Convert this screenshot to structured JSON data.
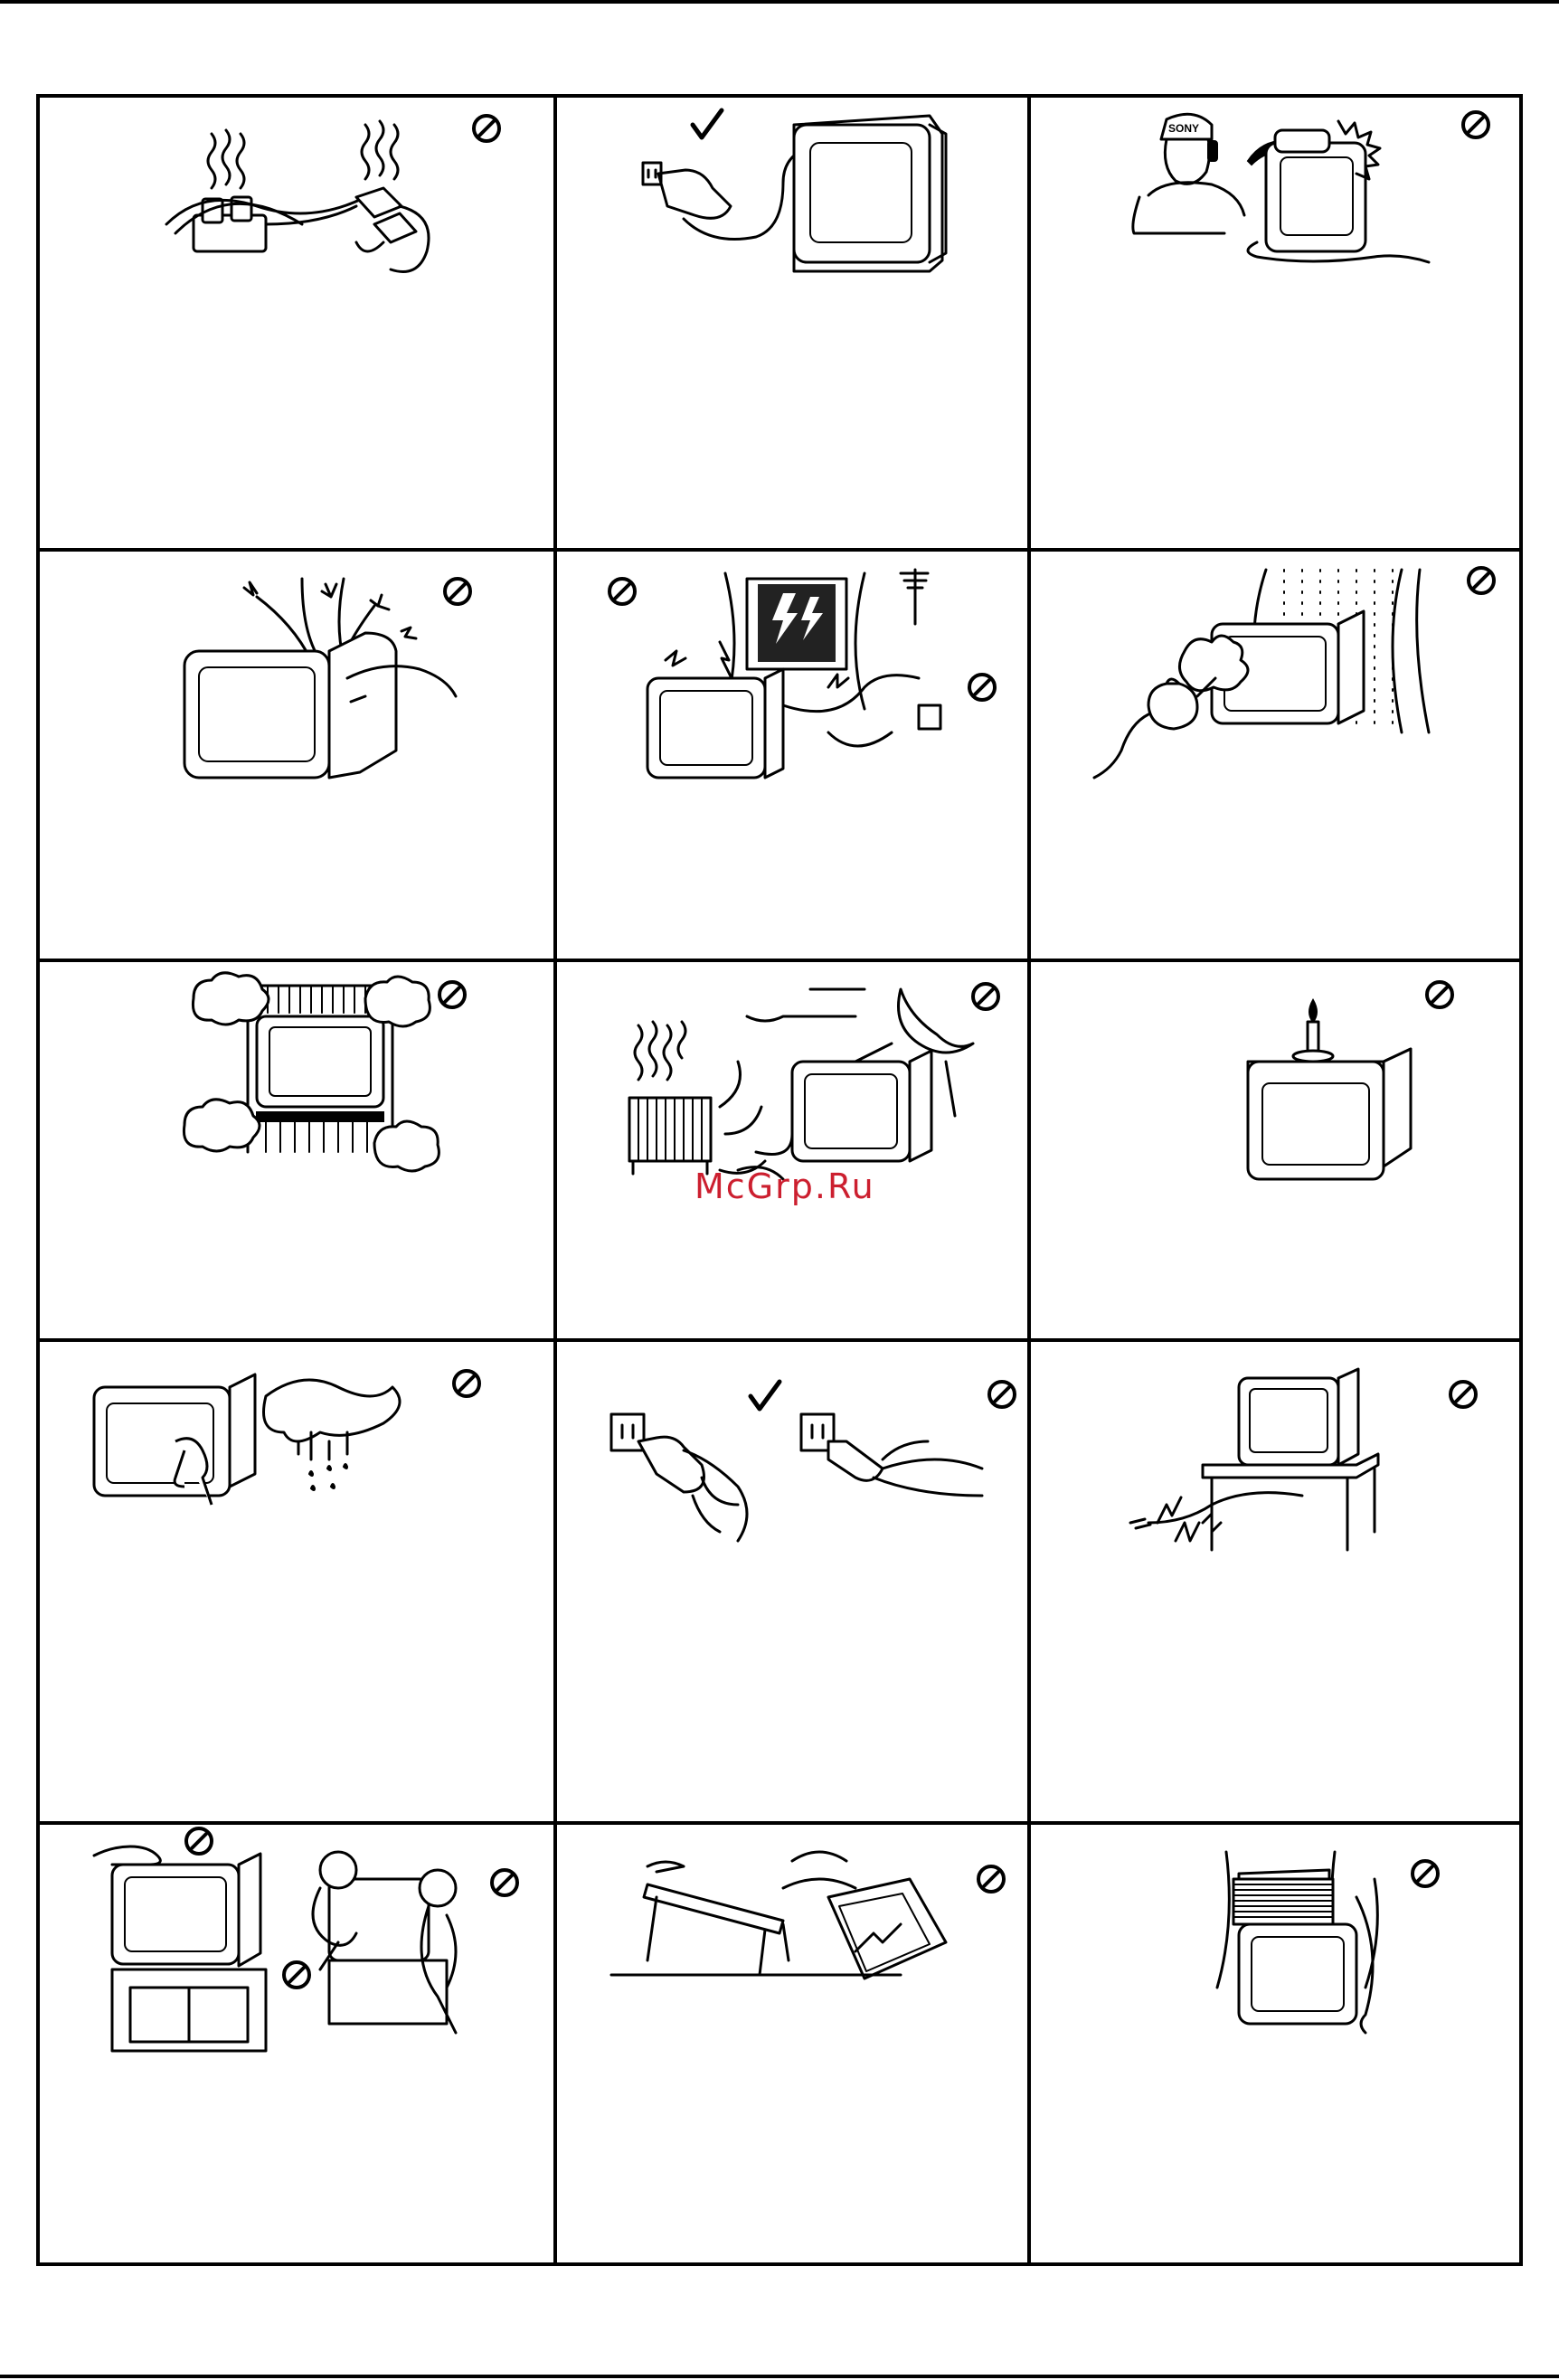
{
  "watermark": "McGrp.Ru",
  "logo_text": "SONY",
  "illustrations": [
    {
      "row": 1,
      "col": 1,
      "icon": "overloaded-outlet-heat",
      "mark": "prohibited"
    },
    {
      "row": 1,
      "col": 2,
      "icon": "plug-into-outlet",
      "mark": "correct"
    },
    {
      "row": 1,
      "col": 3,
      "icon": "call-service-liquid-spill",
      "mark": "prohibited"
    },
    {
      "row": 2,
      "col": 1,
      "icon": "object-inserted-sparks",
      "mark": "prohibited"
    },
    {
      "row": 2,
      "col": 2,
      "icon": "lightning-storm-antenna",
      "mark": "prohibited"
    },
    {
      "row": 2,
      "col": 3,
      "icon": "steam-humidity-rain",
      "mark": "prohibited"
    },
    {
      "row": 3,
      "col": 1,
      "icon": "blocked-ventilation",
      "mark": "prohibited"
    },
    {
      "row": 3,
      "col": 2,
      "icon": "heater-and-sunlight",
      "mark": "prohibited"
    },
    {
      "row": 3,
      "col": 3,
      "icon": "candle-on-tv",
      "mark": "prohibited"
    },
    {
      "row": 4,
      "col": 1,
      "icon": "wet-cloth-cleaning",
      "mark": "prohibited"
    },
    {
      "row": 4,
      "col": 2,
      "icon": "pull-plug-correctly",
      "mark": "correct"
    },
    {
      "row": 4,
      "col": 3,
      "icon": "damaged-cord-under-stand",
      "mark": "prohibited"
    },
    {
      "row": 5,
      "col": 1,
      "icon": "children-climbing-tv",
      "mark": "prohibited"
    },
    {
      "row": 5,
      "col": 2,
      "icon": "unstable-stand-falling",
      "mark": "prohibited"
    },
    {
      "row": 5,
      "col": 3,
      "icon": "objects-on-top-curtains",
      "mark": "prohibited"
    }
  ]
}
